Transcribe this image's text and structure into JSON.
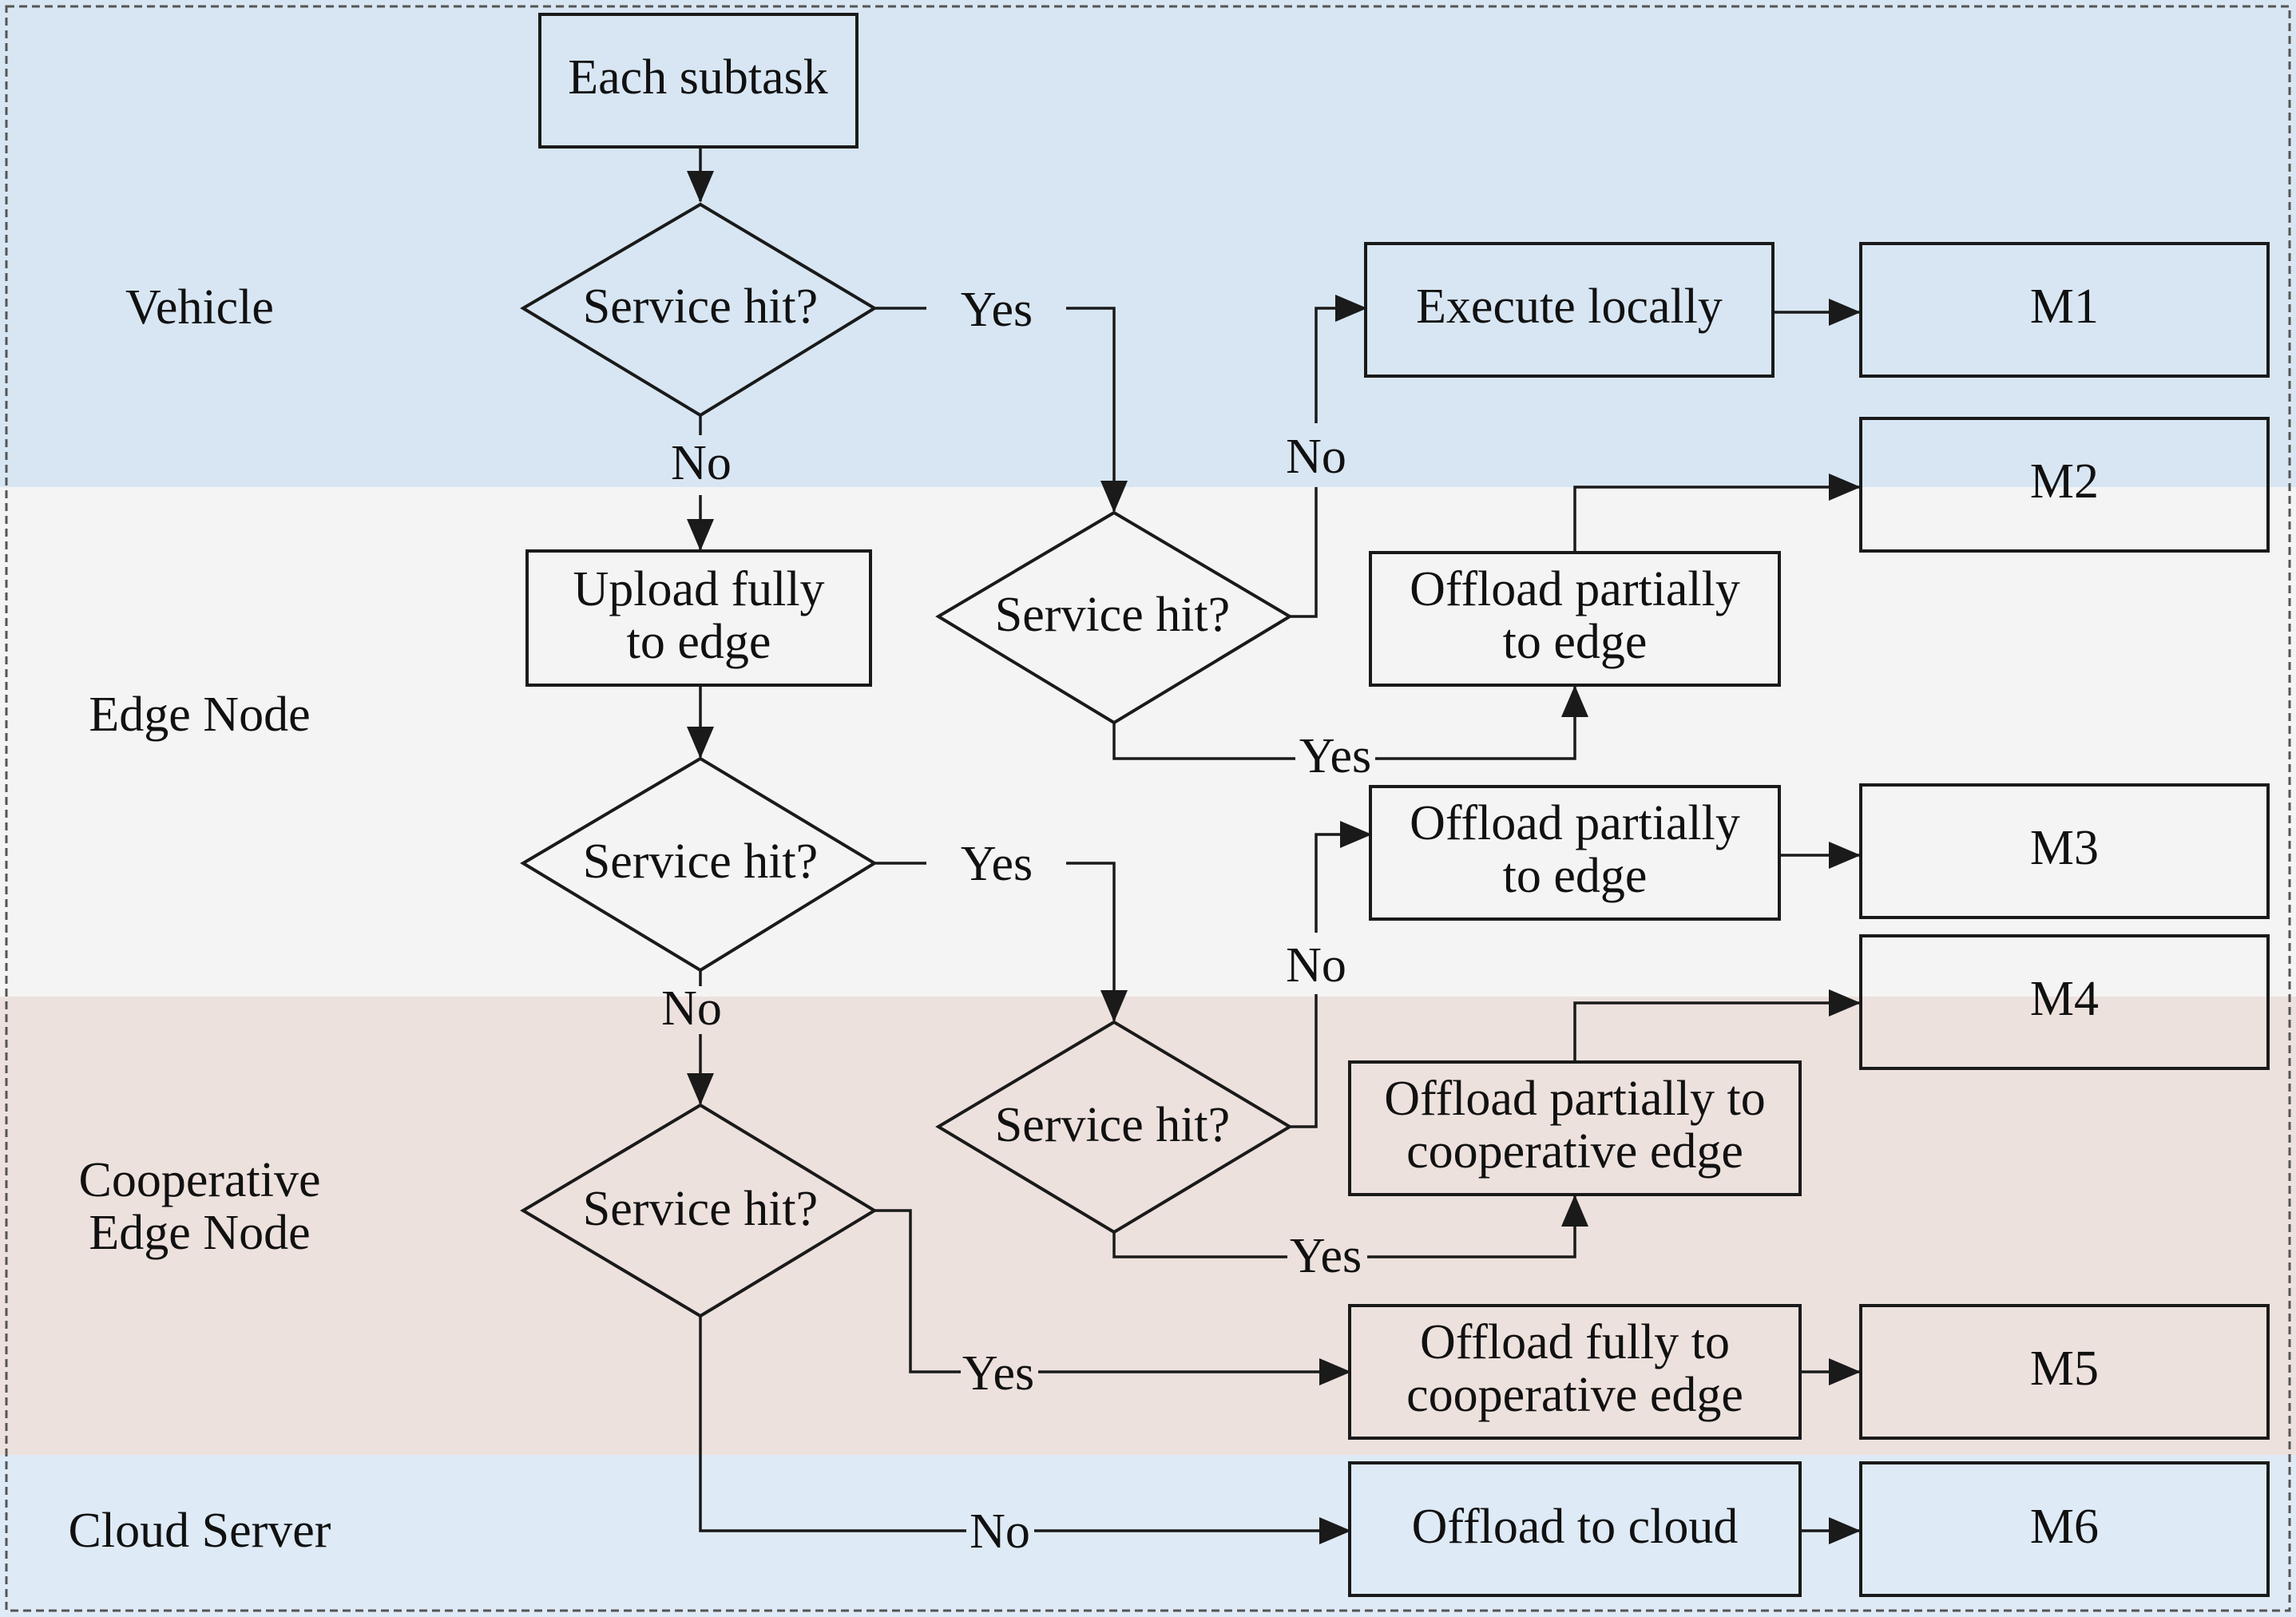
{
  "colors": {
    "vehicle_lane": "#d8e6f3",
    "edge_lane": "#f4f4f4",
    "coop_lane": "#ede1dd",
    "cloud_lane": "#deeaf6",
    "stroke": "#1a1a1a"
  },
  "lanes": {
    "vehicle": "Vehicle",
    "edge_node": "Edge Node",
    "coop_line1": "Cooperative",
    "coop_line2": "Edge Node",
    "cloud": "Cloud Server"
  },
  "nodes": {
    "each_subtask": "Each subtask",
    "decision_vehicle": "Service hit?",
    "decision_edge_a": "Service hit?",
    "decision_edge_b": "Service hit?",
    "decision_edge_c": "Service hit?",
    "decision_coop": "Service hit?",
    "upload_fully_1": "Upload fully",
    "upload_fully_2": "to edge",
    "execute_locally": "Execute locally",
    "offload_partial_edge_a_1": "Offload partially",
    "offload_partial_edge_a_2": "to edge",
    "offload_partial_edge_b_1": "Offload partially",
    "offload_partial_edge_b_2": "to edge",
    "offload_partial_coop_1": "Offload partially to",
    "offload_partial_coop_2": "cooperative edge",
    "offload_fully_coop_1": "Offload fully to",
    "offload_fully_coop_2": "cooperative edge",
    "offload_cloud": "Offload to cloud"
  },
  "outcomes": {
    "m1": "M1",
    "m2": "M2",
    "m3": "M3",
    "m4": "M4",
    "m5": "M5",
    "m6": "M6"
  },
  "edge_labels": {
    "yes_1": "Yes",
    "no_1": "No",
    "no_2": "No",
    "yes_2": "Yes",
    "yes_3": "Yes",
    "no_3": "No",
    "no_4": "No",
    "yes_4": "Yes",
    "yes_5": "Yes",
    "no_5": "No"
  }
}
